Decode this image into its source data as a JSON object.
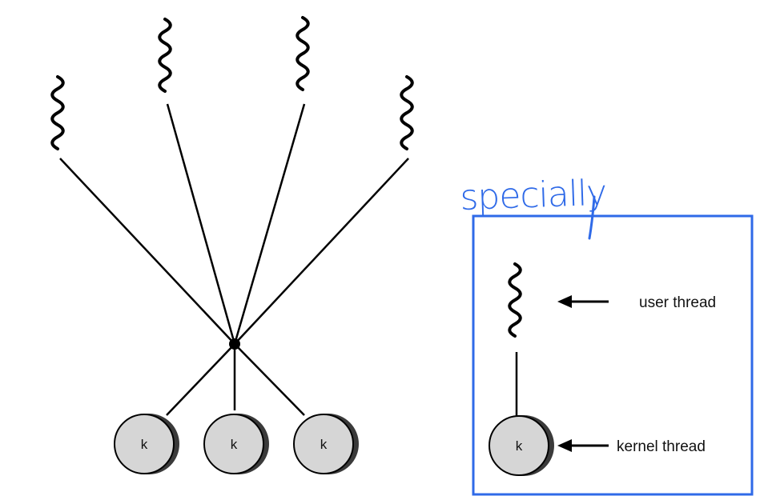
{
  "diagram": {
    "kernel_label": "k",
    "legend": {
      "note": "specially",
      "user_thread_label": "user thread",
      "kernel_thread_label": "kernel thread",
      "kernel_label": "k"
    },
    "colors": {
      "line": "#000000",
      "kernel_fill": "#d6d6d6",
      "kernel_shadow": "#3a3a3a",
      "annotation": "#2f6ae8"
    }
  }
}
